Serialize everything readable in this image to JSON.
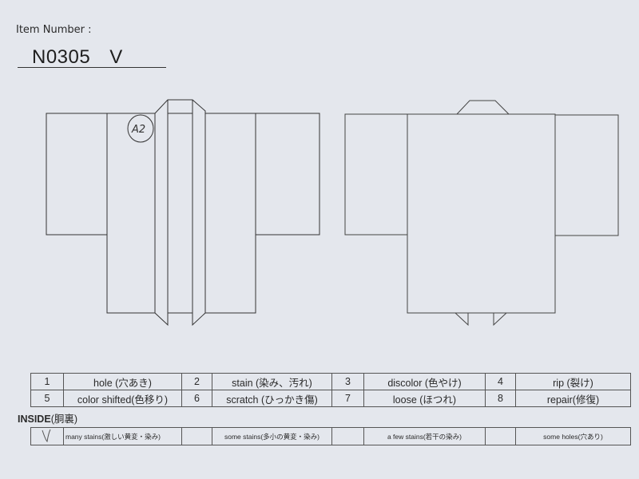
{
  "header": {
    "item_number_label": "Item Number :",
    "item_number": "N0305",
    "grade": "V"
  },
  "diagram": {
    "front_annotation": "A2"
  },
  "legend": {
    "rows": [
      [
        {
          "num": "1",
          "label": "hole (穴あき)"
        },
        {
          "num": "2",
          "label": "stain (染み、汚れ)"
        },
        {
          "num": "3",
          "label": "discolor (色やけ)"
        },
        {
          "num": "4",
          "label": "rip (裂け)"
        }
      ],
      [
        {
          "num": "5",
          "label": "color shifted(色移り)"
        },
        {
          "num": "6",
          "label": "scratch (ひっかき傷)"
        },
        {
          "num": "7",
          "label": "loose (ほつれ)"
        },
        {
          "num": "8",
          "label": "repair(修復)"
        }
      ]
    ]
  },
  "inside": {
    "title": "INSIDE",
    "title_jp": "(胴裏)",
    "options": [
      "many stains(激しい黄変・染み)",
      "some stains(多小の黄変・染み)",
      "a few stains(若干の染み)",
      "some holes(穴あり)"
    ],
    "checked_index": 0
  }
}
